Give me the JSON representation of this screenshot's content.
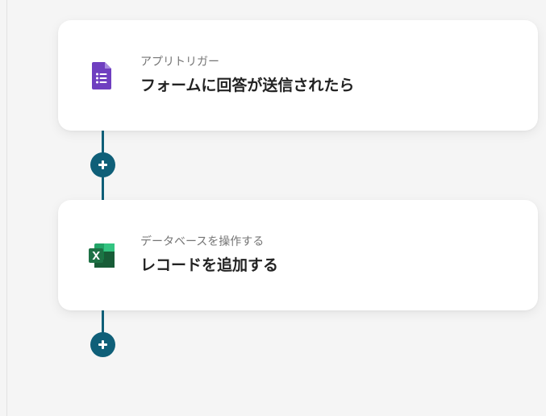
{
  "flow": {
    "steps": [
      {
        "subtitle": "アプリトリガー",
        "title": "フォームに回答が送信されたら",
        "icon": "google-forms-icon",
        "icon_color": "#6f3fc0"
      },
      {
        "subtitle": "データベースを操作する",
        "title": "レコードを追加する",
        "icon": "excel-icon",
        "icon_color": "#1e7145"
      }
    ],
    "connector_color": "#0f5f78",
    "add_button_icon": "plus-icon"
  }
}
